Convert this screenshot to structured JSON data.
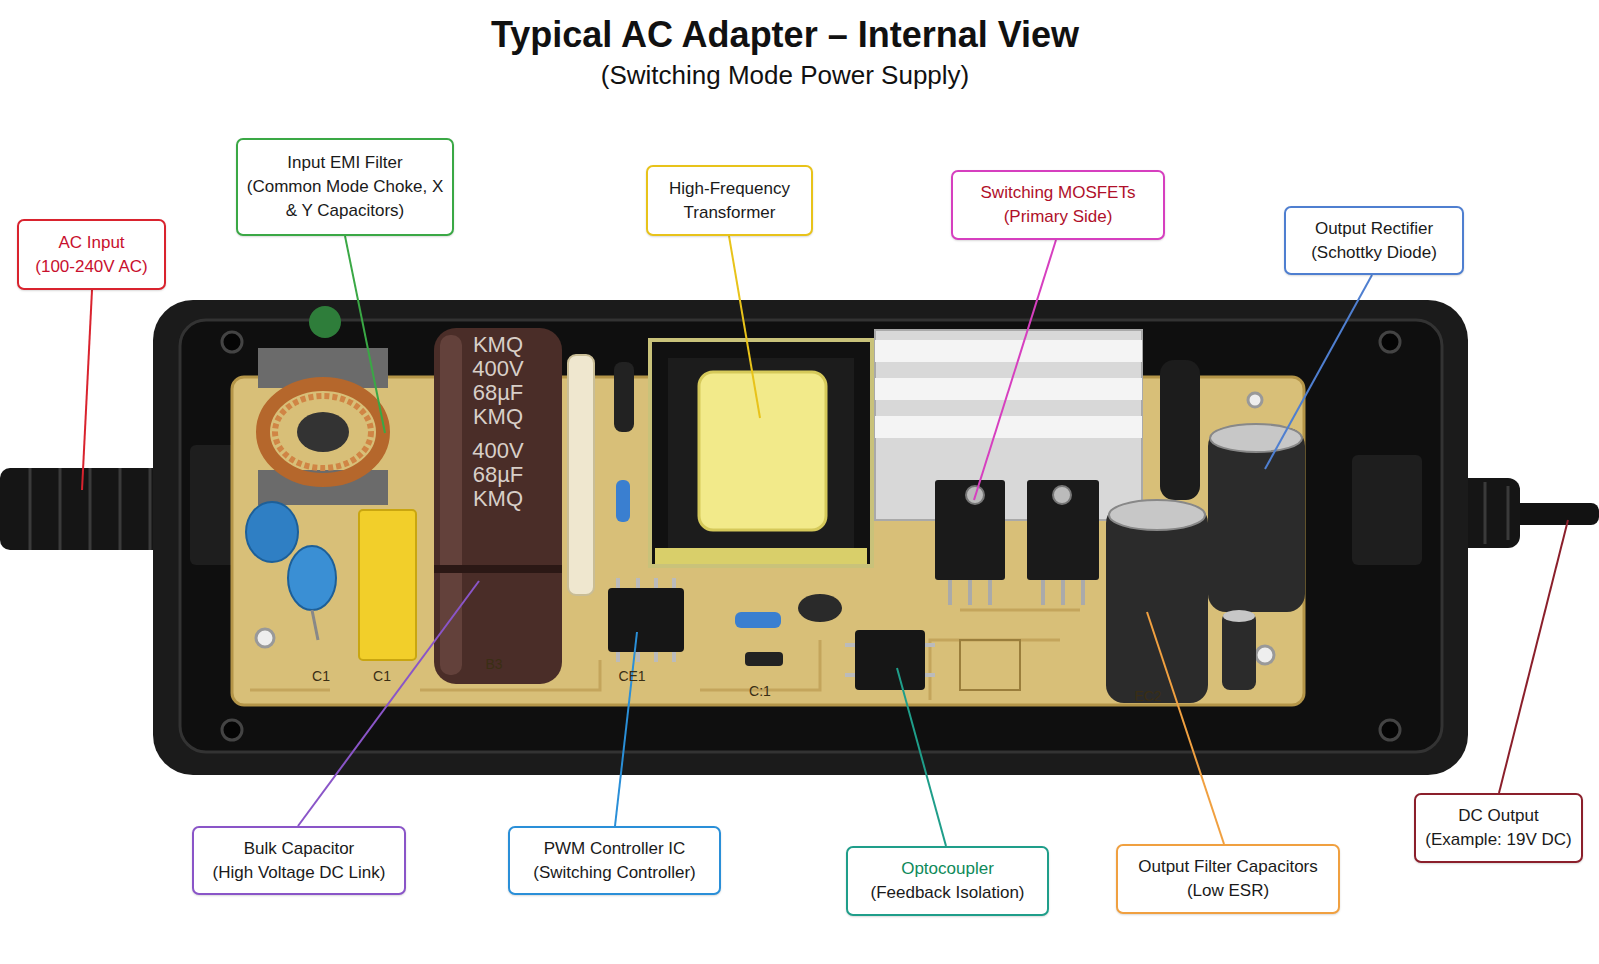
{
  "diagram": {
    "title": "Typical AC Adapter – Internal View",
    "nodes": [
      {
        "text": [
          "AC Input",
          "(100-240V AC)"
        ]
      },
      {
        "text": [
          "Input EMI Filter",
          "(Common Mode Choke, X & Y Capacitors)"
        ]
      },
      {
        "text": [
          "High-Frequency Transformer"
        ]
      },
      {
        "text": [
          "Switching MOSFETs",
          "(Primary Side)"
        ]
      },
      {
        "text": [
          "Output Rectifier",
          "(Schottky Diode)"
        ]
      },
      {
        "text": [
          "Bulk Capacitor",
          "(High Voltage DC Link)"
        ]
      },
      {
        "text": [
          "PWM Controller IC",
          "(Switching Controller)"
        ]
      },
      {
        "text": [
          "Optocoupler",
          "(Feedback Isolation)"
        ]
      },
      {
        "text": [
          "Output Filter Capacitors",
          "(Low ESR)"
        ]
      },
      {
        "text": [
          "DC Output",
          "(Example: 19V DC)"
        ]
      }
    ],
    "labels": [
      "(Switching Mode Power Supply)",
      "KMQ",
      "400V",
      "68µF",
      "KMQ",
      "400V",
      "68µF",
      "KMQ",
      "C1",
      "C1",
      "B3",
      "CE1",
      "C:1",
      "EC2"
    ]
  }
}
